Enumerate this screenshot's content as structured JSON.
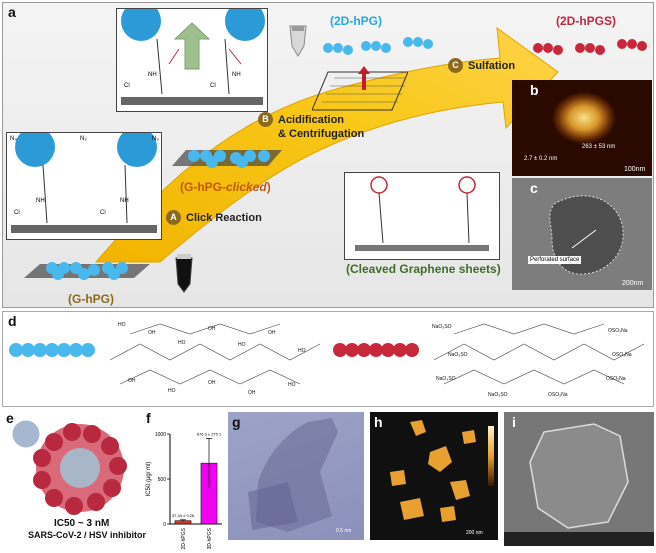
{
  "panel_a": {
    "letter": "a",
    "g_hpg": "(G-hPG)",
    "g_hpg_clicked_prefix": "(G-hPG-",
    "g_hpg_clicked_em": "clicked",
    "g_hpg_clicked_suffix": ")",
    "two_d_hpg": "(2D-hPG)",
    "two_d_hpgs": "(2D-hPGS)",
    "cleaved": "(Cleaved Graphene sheets)",
    "step_a_badge": "A",
    "step_a_label": "Click Reaction",
    "step_b_badge": "B",
    "step_b_label_1": "Acidification",
    "step_b_label_2": "& Centrifugation",
    "step_c_badge": "C",
    "step_c_label": "Sulfation",
    "n3_labels": [
      "N₃",
      "N₃",
      "N₃"
    ],
    "cl_labels": [
      "Cl",
      "Cl",
      "Cl",
      "Cl"
    ],
    "nh_labels": [
      "NH",
      "NH",
      "NH",
      "NH"
    ]
  },
  "panel_b": {
    "letter": "b",
    "measure_1": "263 ± 53 nm",
    "measure_2": "2.7 ± 0.2 nm",
    "scale": "100nm"
  },
  "panel_c": {
    "letter": "c",
    "annotation": "Perforated surface",
    "scale": "200nm"
  },
  "panel_d": {
    "letter": "d",
    "left_labels": [
      "HO",
      "OH",
      "HO",
      "OH",
      "HO",
      "OH",
      "HO",
      "OH",
      "HO",
      "OH",
      "OH",
      "HO"
    ],
    "right_labels": [
      "NaO₃SO",
      "OSO₃Na",
      "NaO₃SO",
      "OSO₃Na",
      "NaO₃SO",
      "OSO₃Na",
      "NaO₃SO",
      "OSO₃Na"
    ]
  },
  "panel_e": {
    "letter": "e",
    "ic50": "IC50 ~ 3 nM",
    "caption": "SARS-CoV-2 / HSV inhibitor"
  },
  "panel_f": {
    "letter": "f",
    "ylabel": "IC50 (μg/ ml)",
    "bar_colors": [
      "#e03020",
      "#f000f0"
    ]
  },
  "panel_g": {
    "letter": "g",
    "scale": "0.5 nm"
  },
  "panel_h": {
    "letter": "h",
    "scale": "200 nm"
  },
  "panel_i": {
    "letter": "i"
  },
  "chart_data": {
    "type": "bar",
    "categories": [
      "2D-hPGS",
      "3D-hPGS"
    ],
    "values": [
      37.34,
      676.3
    ],
    "errors": [
      9.26,
      275.1
    ],
    "value_labels": [
      "37.34 ± 9.26",
      "676.3 ± 275.1"
    ],
    "title": "",
    "xlabel": "",
    "ylabel": "IC50 (μg/ ml)",
    "ylim": [
      0,
      1000
    ],
    "yticks": [
      0,
      500,
      1000
    ]
  }
}
